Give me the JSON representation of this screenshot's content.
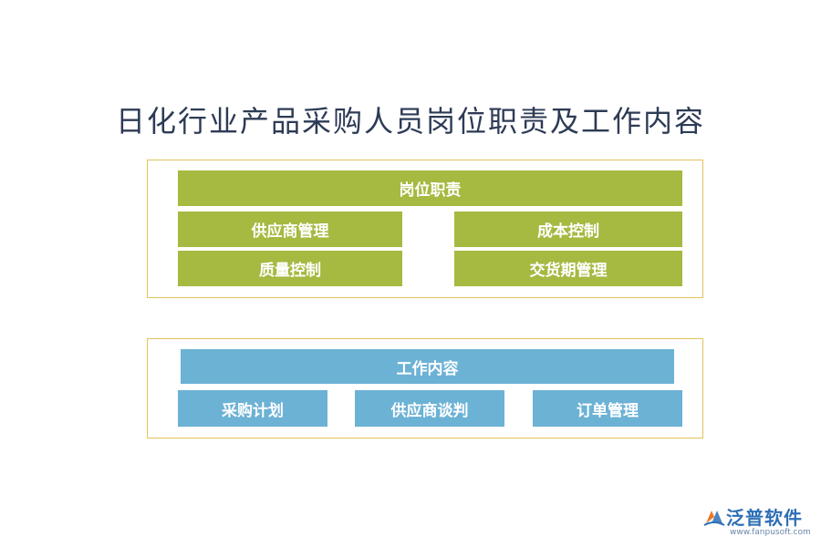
{
  "title": "日化行业产品采购人员岗位职责及工作内容",
  "responsibilities": {
    "header": "岗位职责",
    "items": [
      "供应商管理",
      "成本控制",
      "质量控制",
      "交货期管理"
    ]
  },
  "work_content": {
    "header": "工作内容",
    "items": [
      "采购计划",
      "供应商谈判",
      "订单管理"
    ]
  },
  "logo": {
    "name": "泛普软件",
    "url": "www.fanpusoft.com"
  },
  "colors": {
    "green": "#a6b941",
    "blue": "#6cb2d5",
    "frame": "#e2c35a",
    "title": "#2d3b55"
  }
}
